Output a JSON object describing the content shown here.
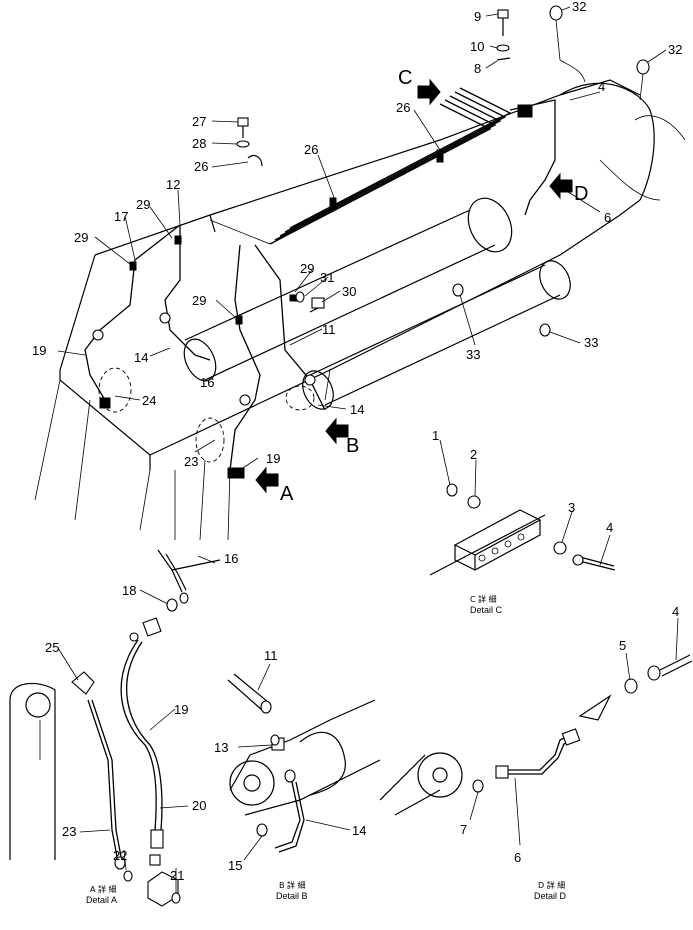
{
  "callouts": {
    "n1": "1",
    "n2": "2",
    "n3": "3",
    "n4a": "4",
    "n4b": "4",
    "n4c": "4",
    "n5": "5",
    "n6a": "6",
    "n6b": "6",
    "n7": "7",
    "n8": "8",
    "n9": "9",
    "n10": "10",
    "n11a": "11",
    "n11b": "11",
    "n12": "12",
    "n13": "13",
    "n14a": "14",
    "n14b": "14",
    "n14c": "14",
    "n15": "15",
    "n16a": "16",
    "n16b": "16",
    "n17": "17",
    "n18": "18",
    "n19a": "19",
    "n19b": "19",
    "n19c": "19",
    "n20": "20",
    "n21": "21",
    "n22": "22",
    "n23a": "23",
    "n23b": "23",
    "n24": "24",
    "n25": "25",
    "n26a": "26",
    "n26b": "26",
    "n26c": "26",
    "n27": "27",
    "n28": "28",
    "n29a": "29",
    "n29b": "29",
    "n29c": "29",
    "n29d": "29",
    "n30": "30",
    "n31": "31",
    "n32a": "32",
    "n32b": "32",
    "n33a": "33",
    "n33b": "33"
  },
  "view_markers": {
    "a": "A",
    "b": "B",
    "c": "C",
    "d": "D"
  },
  "detail_captions": {
    "a_jp": "A 詳 細",
    "a_en": "Detail A",
    "b_jp": "B 詳 細",
    "b_en": "Detail B",
    "c_jp": "C 詳 細",
    "c_en": "Detail C",
    "d_jp": "D 詳 細",
    "d_en": "Detail D"
  }
}
